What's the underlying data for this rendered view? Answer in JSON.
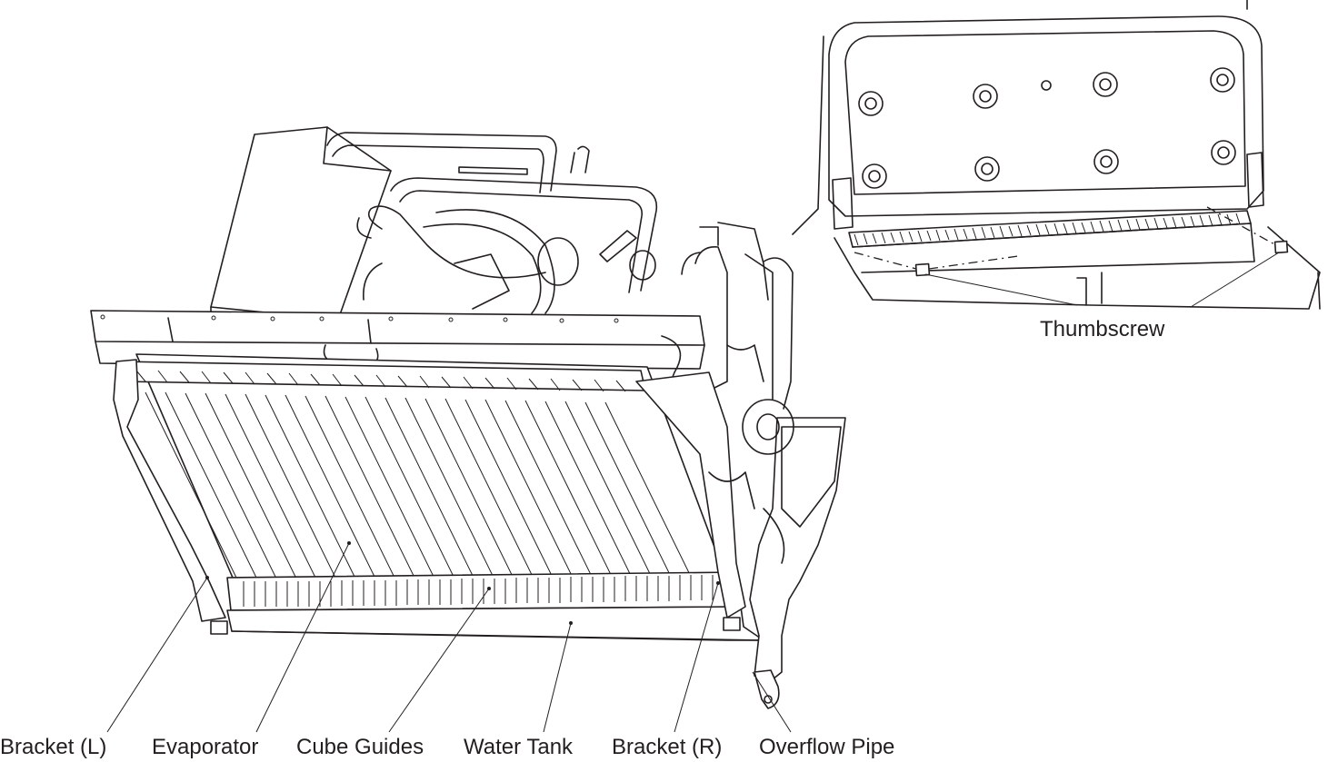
{
  "figure": {
    "callouts": {
      "thumbscrew": "Thumbscrew",
      "bracket_l": "Bracket (L)",
      "evaporator": "Evaporator",
      "cube_guides": "Cube Guides",
      "water_tank": "Water Tank",
      "bracket_r": "Bracket (R)",
      "overflow_pipe": "Overflow Pipe"
    },
    "line_color": "#231f20",
    "background": "#ffffff"
  }
}
